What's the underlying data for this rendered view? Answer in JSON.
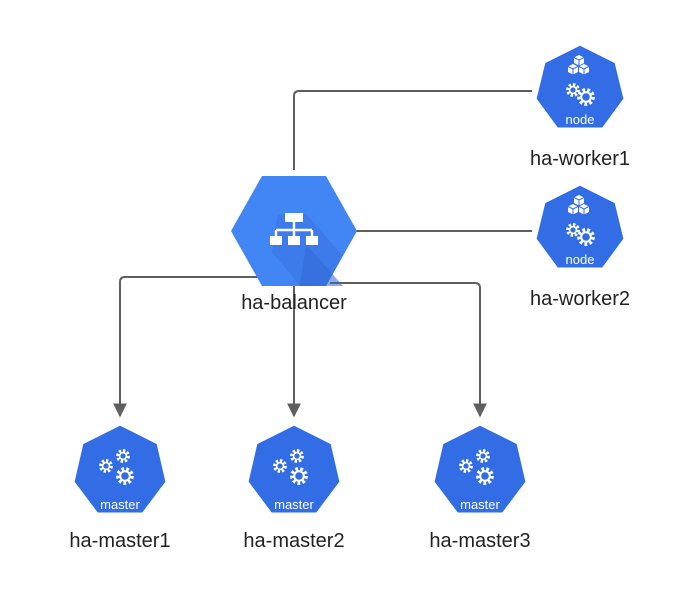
{
  "colors": {
    "hex_blue": "#326de6",
    "balancer_blue": "#4285f4",
    "balancer_shadow": "#3367d6",
    "connector": "#5f5f5f",
    "text": "#222222"
  },
  "balancer": {
    "name": "ha-balancer",
    "icon": "load-balancer-icon"
  },
  "workers": [
    {
      "name": "ha-worker1",
      "badge": "node",
      "icon": "kubernetes-node-icon"
    },
    {
      "name": "ha-worker2",
      "badge": "node",
      "icon": "kubernetes-node-icon"
    }
  ],
  "masters": [
    {
      "name": "ha-master1",
      "badge": "master",
      "icon": "kubernetes-master-icon"
    },
    {
      "name": "ha-master2",
      "badge": "master",
      "icon": "kubernetes-master-icon"
    },
    {
      "name": "ha-master3",
      "badge": "master",
      "icon": "kubernetes-master-icon"
    }
  ],
  "connections": [
    {
      "from": "ha-balancer",
      "to": "ha-worker1",
      "arrow": false
    },
    {
      "from": "ha-balancer",
      "to": "ha-worker2",
      "arrow": false
    },
    {
      "from": "ha-balancer",
      "to": "ha-master1",
      "arrow": true
    },
    {
      "from": "ha-balancer",
      "to": "ha-master2",
      "arrow": true
    },
    {
      "from": "ha-balancer",
      "to": "ha-master3",
      "arrow": true
    }
  ]
}
